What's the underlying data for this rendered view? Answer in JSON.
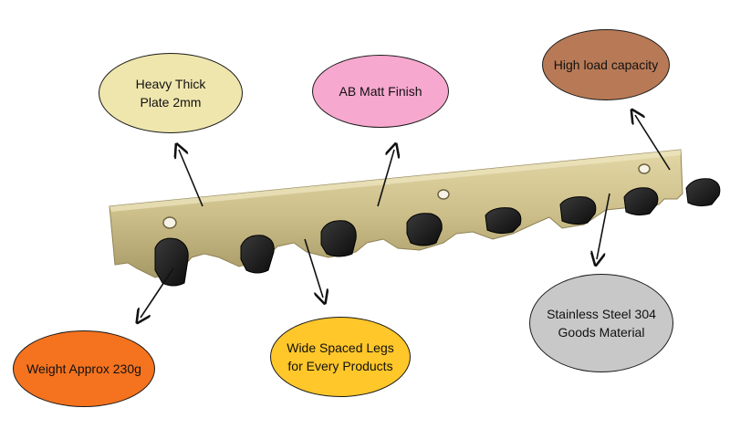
{
  "callouts": {
    "heavy": {
      "text": "Heavy Thick\nPlate 2mm",
      "color": "#efe6ad"
    },
    "matt": {
      "text": "AB Matt Finish",
      "color": "#f7a8cf"
    },
    "load": {
      "text": "High load capacity",
      "color": "#b87a56"
    },
    "steel": {
      "text": "Stainless Steel 304\nGoods Material",
      "color": "#c8c8c8"
    },
    "legs": {
      "text": "Wide Spaced Legs\nfor Every Products",
      "color": "#ffc72a"
    },
    "weight": {
      "text": "Weight Approx 230g",
      "color": "#f5731f"
    }
  },
  "product": {
    "plate_color": "#cdbf8a",
    "hook_color": "#1c1c1c",
    "hook_count": 8,
    "icons": [
      "coat-hook-rail-image",
      "arrow-icon"
    ]
  }
}
